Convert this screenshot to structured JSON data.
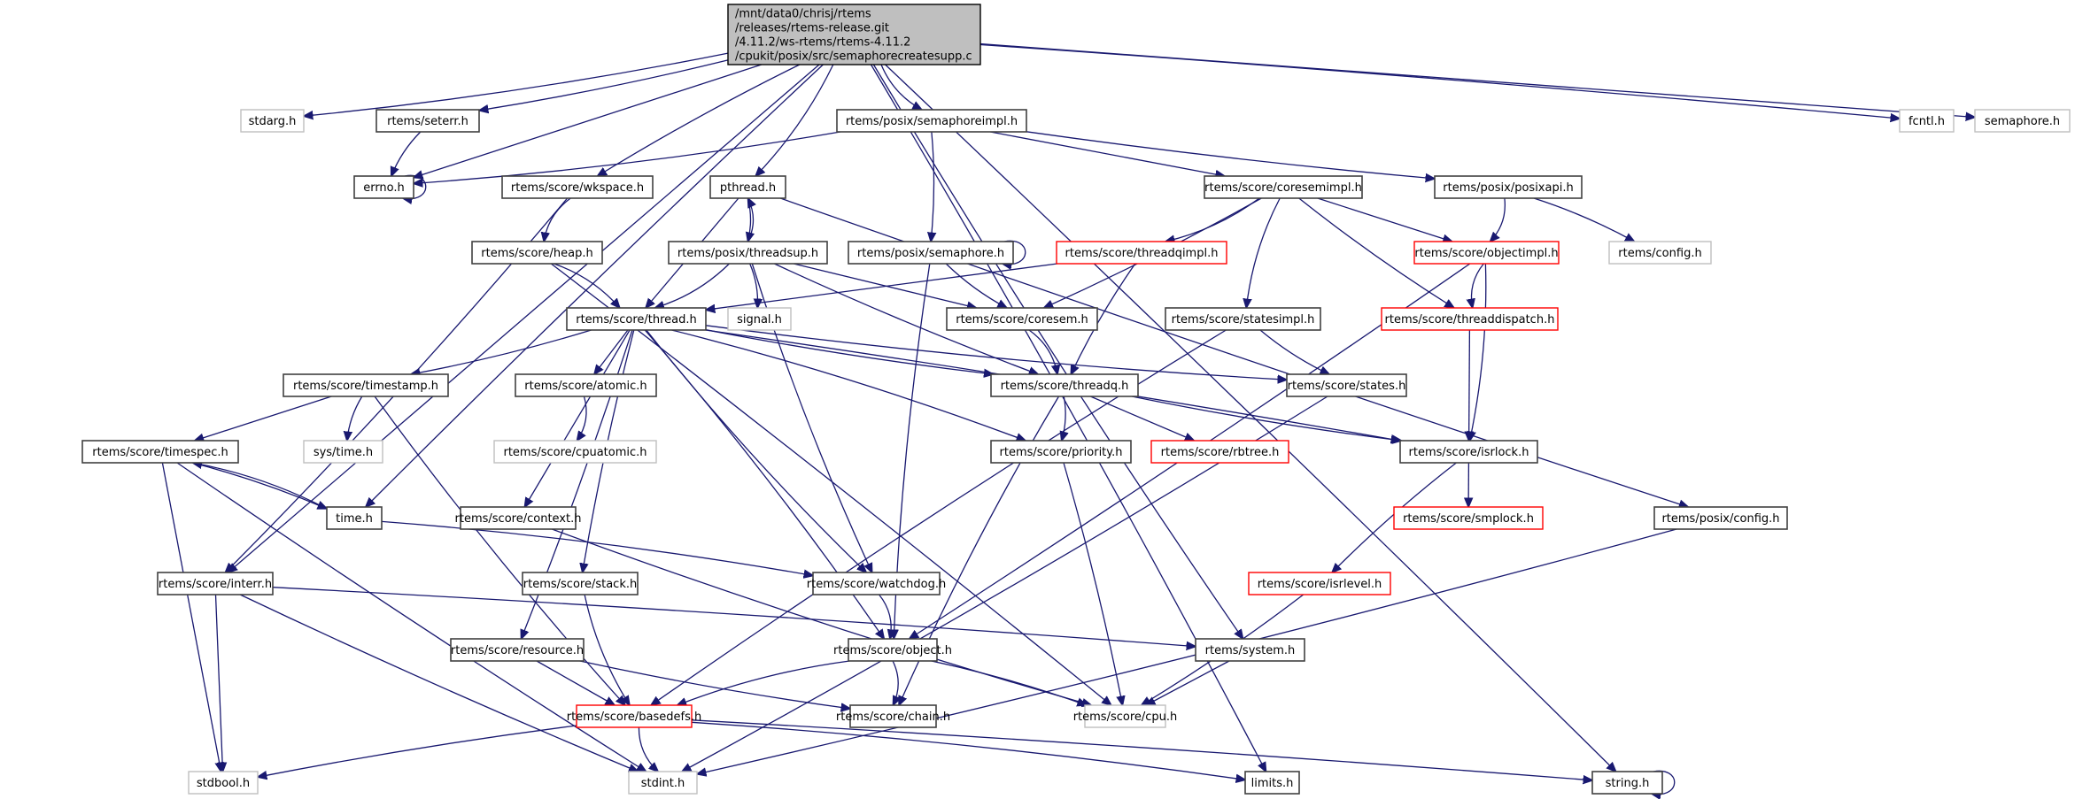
{
  "graph": {
    "title": "Include dependency graph for semaphorecreatesupp.c",
    "colors": {
      "edge": "#191970",
      "node_border_normal": "#404040",
      "node_border_external": "#bfbfbf",
      "node_border_truncated": "#ff0000",
      "root_fill": "#bfbfbf"
    },
    "nodes": [
      {
        "id": "root",
        "label": [
          "/mnt/data0/chrisj/rtems",
          "/releases/rtems-release.git",
          "/4.11.2/ws-rtems/rtems-4.11.2",
          "/cpukit/posix/src/semaphorecreatesupp.c"
        ],
        "style": "root"
      },
      {
        "id": "stdarg",
        "label": [
          "stdarg.h"
        ],
        "style": "gray"
      },
      {
        "id": "seterr",
        "label": [
          "rtems/seterr.h"
        ],
        "style": "normal"
      },
      {
        "id": "errno",
        "label": [
          "errno.h"
        ],
        "style": "normal"
      },
      {
        "id": "wkspace",
        "label": [
          "rtems/score/wkspace.h"
        ],
        "style": "normal"
      },
      {
        "id": "semimpl",
        "label": [
          "rtems/posix/semaphoreimpl.h"
        ],
        "style": "normal"
      },
      {
        "id": "pthread",
        "label": [
          "pthread.h"
        ],
        "style": "normal"
      },
      {
        "id": "coresemimpl",
        "label": [
          "rtems/score/coresemimpl.h"
        ],
        "style": "normal"
      },
      {
        "id": "posixapi",
        "label": [
          "rtems/posix/posixapi.h"
        ],
        "style": "normal"
      },
      {
        "id": "fcntl",
        "label": [
          "fcntl.h"
        ],
        "style": "gray"
      },
      {
        "id": "semaphore",
        "label": [
          "semaphore.h"
        ],
        "style": "gray"
      },
      {
        "id": "heap",
        "label": [
          "rtems/score/heap.h"
        ],
        "style": "normal"
      },
      {
        "id": "threadsup",
        "label": [
          "rtems/posix/threadsup.h"
        ],
        "style": "normal"
      },
      {
        "id": "psemaphore",
        "label": [
          "rtems/posix/semaphore.h"
        ],
        "style": "normal"
      },
      {
        "id": "threadqimpl",
        "label": [
          "rtems/score/threadqimpl.h"
        ],
        "style": "red"
      },
      {
        "id": "objectimpl",
        "label": [
          "rtems/score/objectimpl.h"
        ],
        "style": "red"
      },
      {
        "id": "rconfig",
        "label": [
          "rtems/config.h"
        ],
        "style": "gray"
      },
      {
        "id": "thread",
        "label": [
          "rtems/score/thread.h"
        ],
        "style": "normal"
      },
      {
        "id": "signal",
        "label": [
          "signal.h"
        ],
        "style": "gray"
      },
      {
        "id": "coresem",
        "label": [
          "rtems/score/coresem.h"
        ],
        "style": "normal"
      },
      {
        "id": "statesimpl",
        "label": [
          "rtems/score/statesimpl.h"
        ],
        "style": "normal"
      },
      {
        "id": "threaddispatch",
        "label": [
          "rtems/score/threaddispatch.h"
        ],
        "style": "red"
      },
      {
        "id": "timestamp",
        "label": [
          "rtems/score/timestamp.h"
        ],
        "style": "normal"
      },
      {
        "id": "atomic",
        "label": [
          "rtems/score/atomic.h"
        ],
        "style": "normal"
      },
      {
        "id": "threadq",
        "label": [
          "rtems/score/threadq.h"
        ],
        "style": "normal"
      },
      {
        "id": "states",
        "label": [
          "rtems/score/states.h"
        ],
        "style": "normal"
      },
      {
        "id": "systime",
        "label": [
          "sys/time.h"
        ],
        "style": "gray"
      },
      {
        "id": "cpuatomic",
        "label": [
          "rtems/score/cpuatomic.h"
        ],
        "style": "gray"
      },
      {
        "id": "timespec",
        "label": [
          "rtems/score/timespec.h"
        ],
        "style": "normal"
      },
      {
        "id": "priority",
        "label": [
          "rtems/score/priority.h"
        ],
        "style": "normal"
      },
      {
        "id": "rbtree",
        "label": [
          "rtems/score/rbtree.h"
        ],
        "style": "red"
      },
      {
        "id": "isrlock",
        "label": [
          "rtems/score/isrlock.h"
        ],
        "style": "normal"
      },
      {
        "id": "time",
        "label": [
          "time.h"
        ],
        "style": "normal"
      },
      {
        "id": "context",
        "label": [
          "rtems/score/context.h"
        ],
        "style": "normal"
      },
      {
        "id": "smplock",
        "label": [
          "rtems/score/smplock.h"
        ],
        "style": "red"
      },
      {
        "id": "pconfig",
        "label": [
          "rtems/posix/config.h"
        ],
        "style": "normal"
      },
      {
        "id": "interr",
        "label": [
          "rtems/score/interr.h"
        ],
        "style": "normal"
      },
      {
        "id": "stack",
        "label": [
          "rtems/score/stack.h"
        ],
        "style": "normal"
      },
      {
        "id": "watchdog",
        "label": [
          "rtems/score/watchdog.h"
        ],
        "style": "normal"
      },
      {
        "id": "isrlevel",
        "label": [
          "rtems/score/isrlevel.h"
        ],
        "style": "red"
      },
      {
        "id": "resource",
        "label": [
          "rtems/score/resource.h"
        ],
        "style": "normal"
      },
      {
        "id": "object",
        "label": [
          "rtems/score/object.h"
        ],
        "style": "normal"
      },
      {
        "id": "system",
        "label": [
          "rtems/system.h"
        ],
        "style": "normal"
      },
      {
        "id": "basedefs",
        "label": [
          "rtems/score/basedefs.h"
        ],
        "style": "red"
      },
      {
        "id": "chain",
        "label": [
          "rtems/score/chain.h"
        ],
        "style": "normal"
      },
      {
        "id": "cpu",
        "label": [
          "rtems/score/cpu.h"
        ],
        "style": "gray"
      },
      {
        "id": "stdbool",
        "label": [
          "stdbool.h"
        ],
        "style": "gray"
      },
      {
        "id": "stdint",
        "label": [
          "stdint.h"
        ],
        "style": "gray"
      },
      {
        "id": "limits",
        "label": [
          "limits.h"
        ],
        "style": "normal"
      },
      {
        "id": "string",
        "label": [
          "string.h"
        ],
        "style": "normal"
      }
    ],
    "edges": [
      [
        "root",
        "stdarg"
      ],
      [
        "root",
        "seterr"
      ],
      [
        "root",
        "errno"
      ],
      [
        "root",
        "wkspace"
      ],
      [
        "root",
        "semimpl"
      ],
      [
        "root",
        "pthread"
      ],
      [
        "root",
        "fcntl"
      ],
      [
        "root",
        "semaphore"
      ],
      [
        "root",
        "time"
      ],
      [
        "root",
        "system"
      ],
      [
        "root",
        "limits"
      ],
      [
        "root",
        "string"
      ],
      [
        "root",
        "interr"
      ],
      [
        "seterr",
        "errno"
      ],
      [
        "errno",
        "errno"
      ],
      [
        "semimpl",
        "errno"
      ],
      [
        "semimpl",
        "psemaphore"
      ],
      [
        "semimpl",
        "coresemimpl"
      ],
      [
        "semimpl",
        "posixapi"
      ],
      [
        "wkspace",
        "heap"
      ],
      [
        "wkspace",
        "interr"
      ],
      [
        "pthread",
        "threadsup"
      ],
      [
        "pthread",
        "thread"
      ],
      [
        "pthread",
        "pconfig"
      ],
      [
        "threadsup",
        "pthread"
      ],
      [
        "threadsup",
        "thread"
      ],
      [
        "threadsup",
        "signal"
      ],
      [
        "threadsup",
        "coresem"
      ],
      [
        "threadsup",
        "threadq"
      ],
      [
        "threadsup",
        "watchdog"
      ],
      [
        "heap",
        "thread"
      ],
      [
        "heap",
        "cpu"
      ],
      [
        "psemaphore",
        "psemaphore"
      ],
      [
        "psemaphore",
        "coresem"
      ],
      [
        "psemaphore",
        "object"
      ],
      [
        "coresemimpl",
        "threadqimpl"
      ],
      [
        "coresemimpl",
        "coresem"
      ],
      [
        "coresemimpl",
        "objectimpl"
      ],
      [
        "coresemimpl",
        "threaddispatch"
      ],
      [
        "coresemimpl",
        "statesimpl"
      ],
      [
        "posixapi",
        "objectimpl"
      ],
      [
        "posixapi",
        "rconfig"
      ],
      [
        "threadqimpl",
        "thread"
      ],
      [
        "threadqimpl",
        "threadq"
      ],
      [
        "objectimpl",
        "threaddispatch"
      ],
      [
        "objectimpl",
        "isrlock"
      ],
      [
        "objectimpl",
        "object"
      ],
      [
        "threaddispatch",
        "isrlock"
      ],
      [
        "statesimpl",
        "states"
      ],
      [
        "statesimpl",
        "basedefs"
      ],
      [
        "coresem",
        "threadq"
      ],
      [
        "thread",
        "timestamp"
      ],
      [
        "thread",
        "atomic"
      ],
      [
        "thread",
        "threadq"
      ],
      [
        "thread",
        "states"
      ],
      [
        "thread",
        "priority"
      ],
      [
        "thread",
        "isrlock"
      ],
      [
        "thread",
        "context"
      ],
      [
        "thread",
        "stack"
      ],
      [
        "thread",
        "watchdog"
      ],
      [
        "thread",
        "object"
      ],
      [
        "thread",
        "resource"
      ],
      [
        "timestamp",
        "timespec"
      ],
      [
        "timestamp",
        "systime"
      ],
      [
        "timestamp",
        "basedefs"
      ],
      [
        "atomic",
        "cpuatomic"
      ],
      [
        "threadq",
        "priority"
      ],
      [
        "threadq",
        "rbtree"
      ],
      [
        "threadq",
        "isrlock"
      ],
      [
        "threadq",
        "chain"
      ],
      [
        "states",
        "stdint"
      ],
      [
        "timespec",
        "time"
      ],
      [
        "timespec",
        "stdbool"
      ],
      [
        "timespec",
        "stdint"
      ],
      [
        "time",
        "timespec"
      ],
      [
        "time",
        "watchdog"
      ],
      [
        "priority",
        "cpu"
      ],
      [
        "isrlock",
        "smplock"
      ],
      [
        "isrlock",
        "isrlevel"
      ],
      [
        "context",
        "cpu"
      ],
      [
        "pconfig",
        "stdint"
      ],
      [
        "interr",
        "system"
      ],
      [
        "interr",
        "stdbool"
      ],
      [
        "interr",
        "stdint"
      ],
      [
        "stack",
        "basedefs"
      ],
      [
        "watchdog",
        "object"
      ],
      [
        "isrlevel",
        "cpu"
      ],
      [
        "resource",
        "basedefs"
      ],
      [
        "resource",
        "chain"
      ],
      [
        "object",
        "basedefs"
      ],
      [
        "object",
        "chain"
      ],
      [
        "object",
        "cpu"
      ],
      [
        "system",
        "cpu"
      ],
      [
        "basedefs",
        "stdbool"
      ],
      [
        "basedefs",
        "stdint"
      ],
      [
        "basedefs",
        "limits"
      ],
      [
        "basedefs",
        "string"
      ],
      [
        "string",
        "string"
      ]
    ]
  }
}
